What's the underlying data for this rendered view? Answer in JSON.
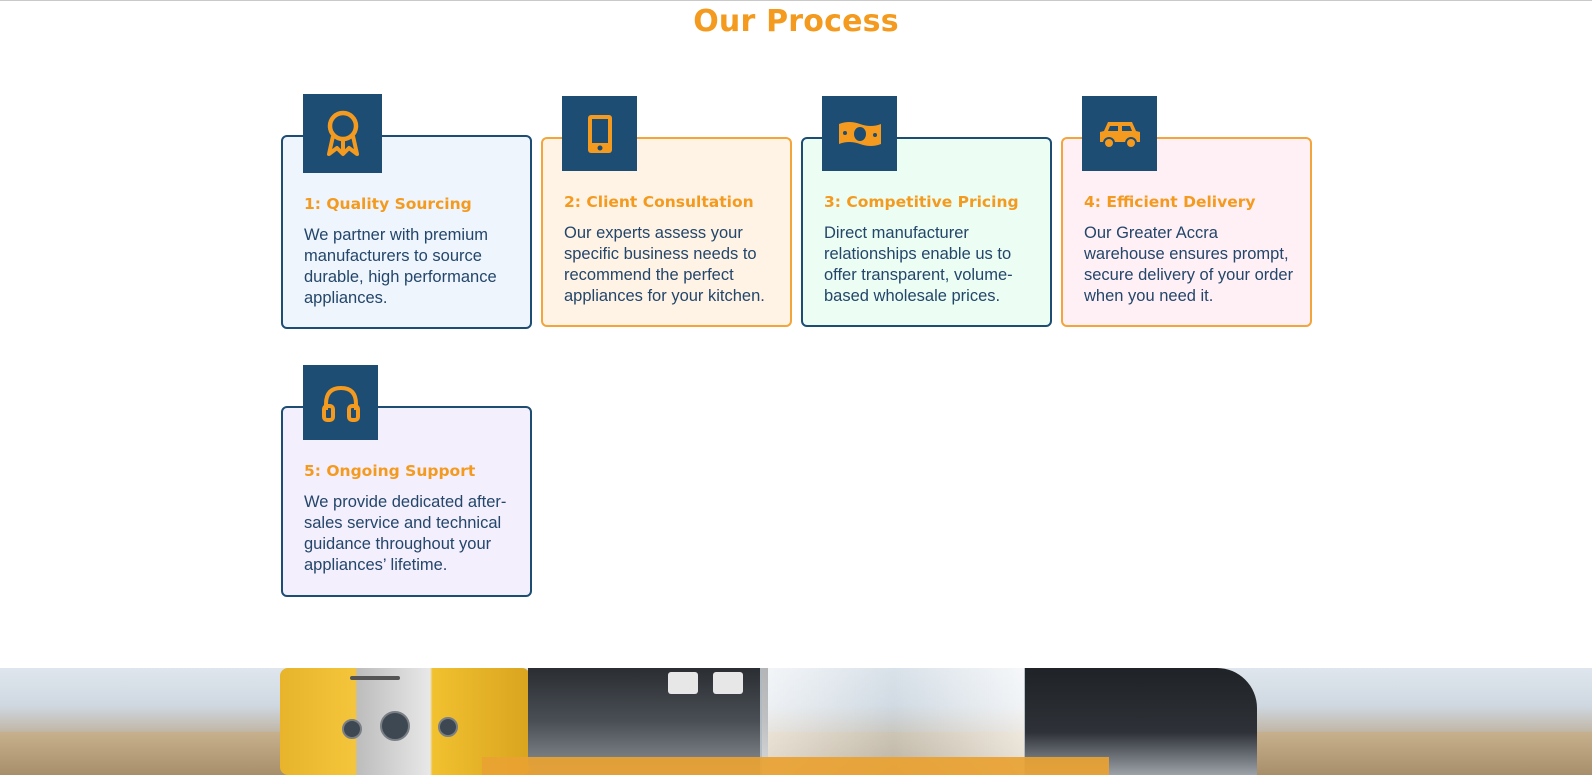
{
  "section": {
    "title": "Our Process"
  },
  "colors": {
    "accent": "#f39a1f",
    "navy": "#1d4d73"
  },
  "steps": [
    {
      "title": "1: Quality Sourcing",
      "body": "We partner with premium manufacturers to source durable, high performance appliances.",
      "icon": "award-ribbon-icon",
      "background": "#eef5fd",
      "border": "#1d4d73"
    },
    {
      "title": "2: Client Consultation",
      "body": "Our experts assess your specific business needs to recommend the perfect appliances for your kitchen.",
      "icon": "mobile-phone-icon",
      "background": "#fff3e6",
      "border": "#f3a53b"
    },
    {
      "title": "3: Competitive Pricing",
      "body": "Direct manufacturer relationships enable us to offer transparent, volume-based wholesale prices.",
      "icon": "money-bill-icon",
      "background": "#ecfdf3",
      "border": "#1d4d73"
    },
    {
      "title": "4: Efficient Delivery",
      "body": "Our Greater Accra warehouse ensures prompt, secure delivery of your order when you need it.",
      "icon": "car-icon",
      "background": "#fff0f6",
      "border": "#f3a53b"
    },
    {
      "title": "5: Ongoing Support",
      "body": "We provide dedicated after-sales service and technical guidance throughout your appliances’ lifetime.",
      "icon": "headphones-icon",
      "background": "#f3effd",
      "border": "#1d4d73"
    }
  ],
  "banner": {
    "image": "kitchen-appliances-photo"
  }
}
